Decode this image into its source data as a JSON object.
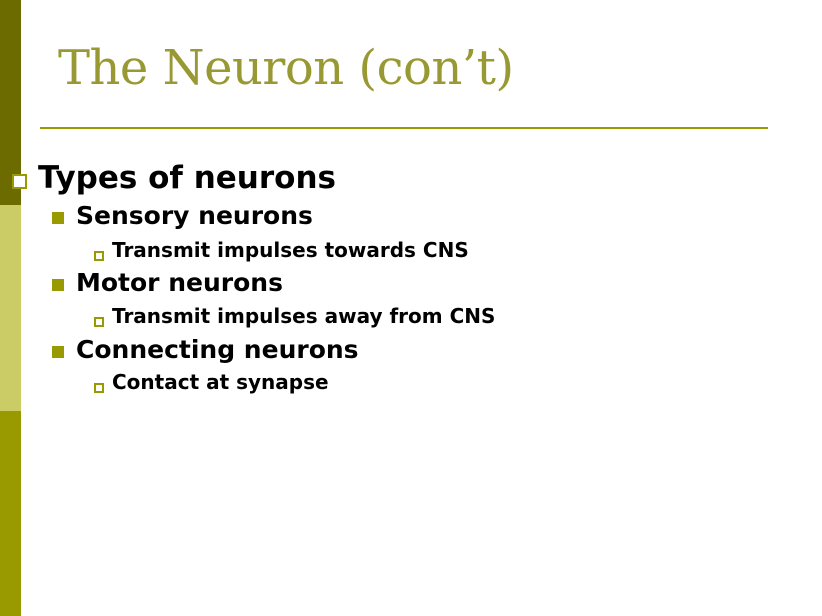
{
  "title": "The Neuron (con’t)",
  "bullet_1": {
    "label": "Types of neurons",
    "children": [
      {
        "label": "Sensory neurons",
        "sub": "Transmit impulses towards CNS"
      },
      {
        "label": "Motor neurons",
        "sub": "Transmit impulses away from CNS"
      },
      {
        "label": "Connecting neurons",
        "sub": "Contact at synapse"
      }
    ]
  },
  "colors": {
    "title": "#999933",
    "accent": "#999900",
    "bar_dark": "#6b6b00",
    "bar_light": "#cccc66"
  },
  "icons": {
    "level1_bullet": "hollow-square-icon",
    "level2_bullet": "filled-square-icon",
    "level3_bullet": "hollow-square-icon"
  }
}
